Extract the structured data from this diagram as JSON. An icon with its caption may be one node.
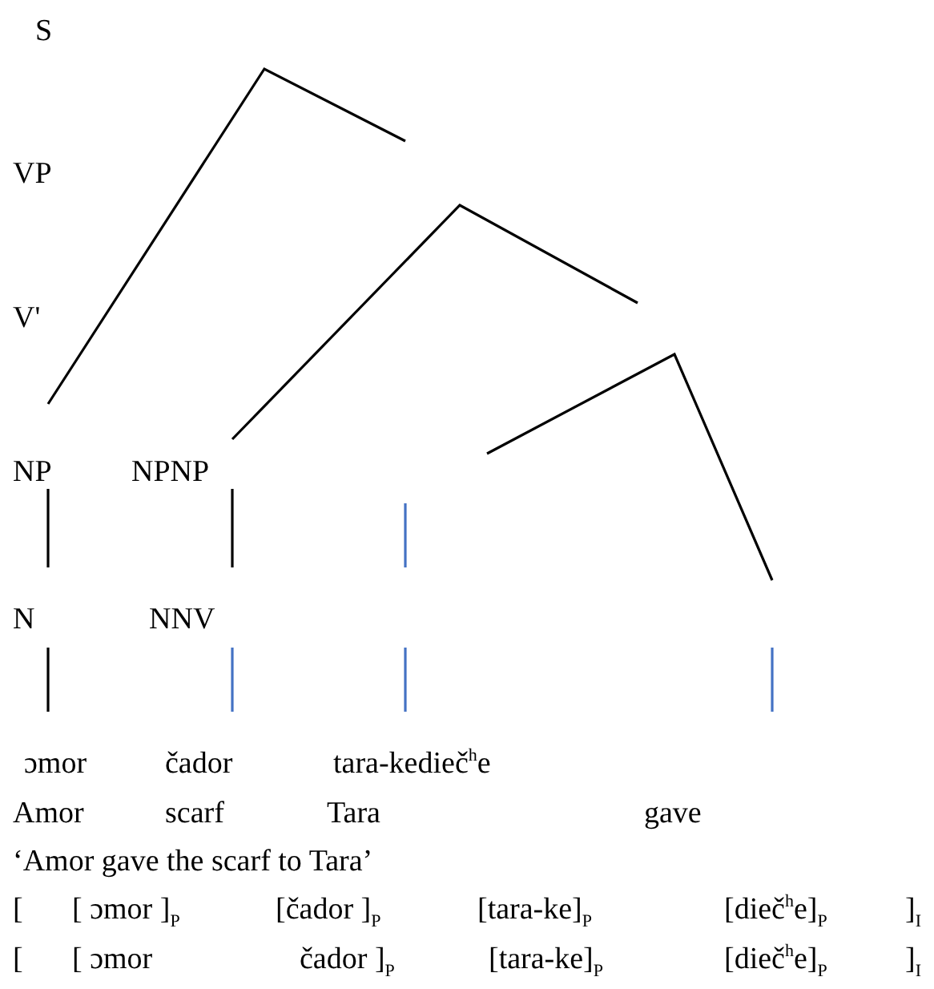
{
  "diagram": {
    "labels": [
      "S",
      "VP",
      "V'",
      "NP",
      "NPNP",
      "N",
      "NNV",
      "ɔmor",
      "čador",
      "tara-kedieč$^{h}$e",
      "Amor",
      "scarf",
      "Tara",
      "gave",
      "‘Amor gave the scarf to Tara’",
      "[",
      "[ ɔmor ]$_{P}$",
      "[čador ]$_{P}$",
      "[tara-ke]$_{P}$",
      "[dieč$^{h}$e]$_{P}$",
      "]$_{I}$",
      "[",
      "[ ɔmor",
      "čador ]$_{P}$",
      "[tara-ke]$_{P}$",
      "[dieč$^{h}$e]$_{P}$",
      "]$_{I}$"
    ]
  }
}
